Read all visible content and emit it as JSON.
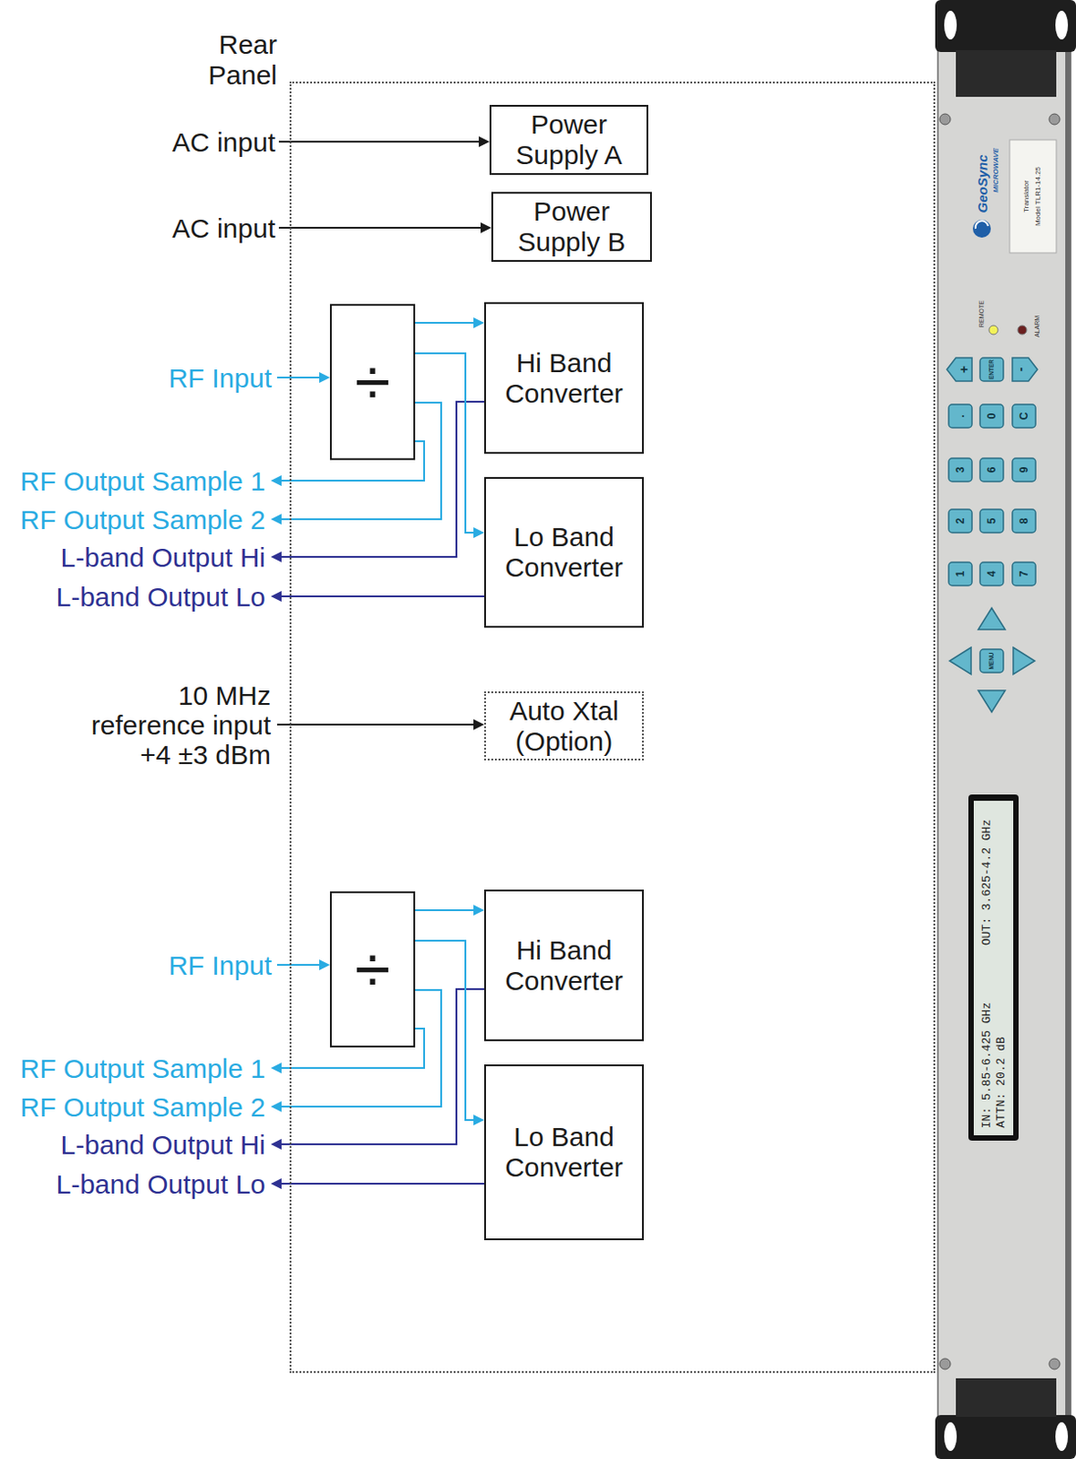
{
  "diagram": {
    "nodes": [
      {
        "text": [
          "Rear Panel"
        ]
      },
      {
        "text": [
          "Power Supply A"
        ],
        "in": 0
      },
      {
        "text": [
          "Power Supply B"
        ],
        "in": 0
      },
      {
        "text": [
          "÷"
        ],
        "in": 0
      },
      {
        "text": [
          "Hi Band Converter"
        ],
        "in": 0
      },
      {
        "text": [
          "Lo Band Converter"
        ],
        "in": 0
      },
      {
        "text": [
          "Auto Xtal (Option)"
        ],
        "in": 0
      },
      {
        "text": [
          "÷"
        ],
        "in": 0
      },
      {
        "text": [
          "Hi Band Converter"
        ],
        "in": 0
      },
      {
        "text": [
          "Lo Band Converter"
        ],
        "in": 0
      }
    ],
    "edges": [
      {
        "from": 3,
        "to": 4,
        "arrow": "to"
      },
      {
        "from": 3,
        "to": 5,
        "arrow": "to"
      },
      {
        "from": 7,
        "to": 8,
        "arrow": "to"
      },
      {
        "from": 7,
        "to": 9,
        "arrow": "to"
      }
    ],
    "labels": [
      "AC input",
      "AC input",
      "RF Input",
      "RF Output Sample 1",
      "RF Output Sample 2",
      "L-band Output Hi",
      "L-band Output Lo",
      "10 MHz reference input +4 ±3 dBm",
      "RF Input",
      "RF Output Sample 1",
      "RF Output Sample 2",
      "L-band Output Hi",
      "L-band Output Lo",
      "GeoSync",
      "MICROWAVE",
      "Translator",
      "Model TLR1-14.25",
      "REMOTE",
      "ALARM",
      "+",
      "ENTER",
      "-",
      ".",
      "0",
      "C",
      "3",
      "6",
      "9",
      "2",
      "5",
      "8",
      "1",
      "4",
      "7",
      "MENU",
      "IN: 5.85-6.425 GHz",
      "OUT: 3.625-4.2 GHz",
      "ATTN: 20.2 dB"
    ]
  }
}
